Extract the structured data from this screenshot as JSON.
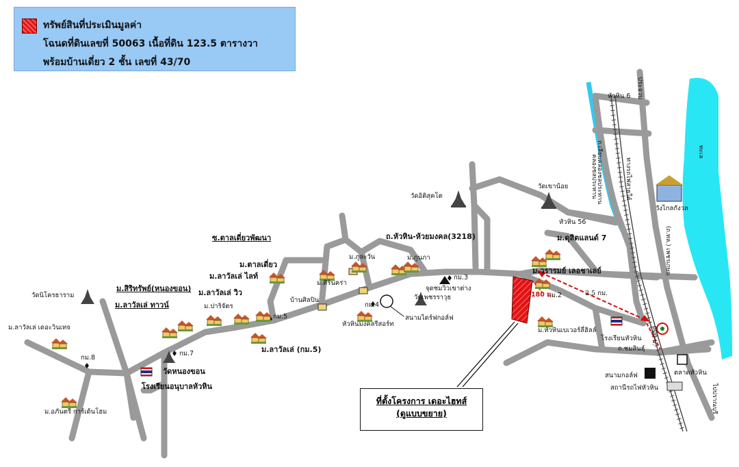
{
  "legend": {
    "line1": "ทรัพย์สินที่ประเมินมูลค่า",
    "line2": "โฉนดที่ดินเลขที่ 50063 เนื้อที่ดิน 123.5 ตารางวา",
    "line3": "พร้อมบ้านเดี่ยว 2 ชั้น  เลขที่ 43/70"
  },
  "project_box": {
    "line1": "ที่ตั้งโครงการ เดอะไฮทส์",
    "line2": "(ดูแบบขยาย)"
  },
  "labels": {
    "pracha": "ประจวบ",
    "huahin6": "หัวหิน 6",
    "canal_road": "ถ.เลียบคลองชลประทาน",
    "canal": "คลองชลประทาน",
    "railway": "ทางรถไฟสายใต้",
    "phetkasem": "(ถ.ทล.) เพชรเกษม",
    "sea": "ทะเล",
    "klaikangwon": "วังไกลกังวล",
    "wat_khao_noi": "วัดเขาน้อย",
    "wat_ittisukhot": "วัดอิติสุคโต",
    "huahin56": "หัวหิน 56",
    "road3218": "ถ.หัวหิน-ห้วยมงคล(3218)",
    "dusit": "ม.ดุสิตแลนด์ 7",
    "worarom": "ม.วรารมย์ เลอชาเลย์",
    "phupha": "ม.ภูนภา",
    "phuchawan": "ม.ภูละวัน",
    "sirinthra": "ม.ศิรินคร่า",
    "km3": "กม.3",
    "kuchom": "จุดชมวิวเขาต่าง",
    "wat_phetcharat": "วัดเพชรราวุธ",
    "km4": "กม.4",
    "golf_course_mid": "สนามไดร์ฟกอล์ฟ",
    "huahin_mongkhol": "หัวหินมงคลรีสอร์ท",
    "ban_silpin": "บ้านศิลปิน",
    "km2": "กม.2",
    "km5": "กม.5",
    "dist_180": "180 ม.",
    "dist_25": "2.5 กม.",
    "dist_600": "600 ม.",
    "huahin_beverly": "ม.หัวหินเบเวอร์ลี่ฮิลล์",
    "school_huahin": "โรงเรียนหัวหิน",
    "chomsin": "ถ.ชมสินธุ์",
    "golf": "สนามกอล์ฟ",
    "market": "ตลาดหัวหิน",
    "station": "สถานีรถไฟหัวหิน",
    "to_bangkok": "ไปปราณบุรี",
    "tasaw_phatthana": "ซ.ตาลเดี่ยวพัฒนา",
    "taldiao": "ม.ตาลเดี่ยว",
    "lawalee_light": "ม.ลาวัลเล่ ไลท์",
    "lawalee_view": "ม.ลาวัลเล่ วิว",
    "prajidra": "ม.ปาริจัตร",
    "lawalee_km5": "ม.ลาวัลเล่ (กม.5)",
    "sirisap": "ม.สิริทรัพย์(หนองขอน)",
    "lawalee_town": "ม.ลาวัลเล่ ทาวน์",
    "km7": "กม.7",
    "wat_nongkhon": "วัดหนองขอน",
    "school_anuban": "โรงเรียนอนุบาลหัวหิน",
    "wat_nikhon": "วัดนิโครธาราม",
    "lawalee_vintage": "ม.ลาวัลเล่ เดอะวินเทจ",
    "km8": "กม.8",
    "aphantri": "ม.อภันตรี การ์เด้นโฮม"
  }
}
